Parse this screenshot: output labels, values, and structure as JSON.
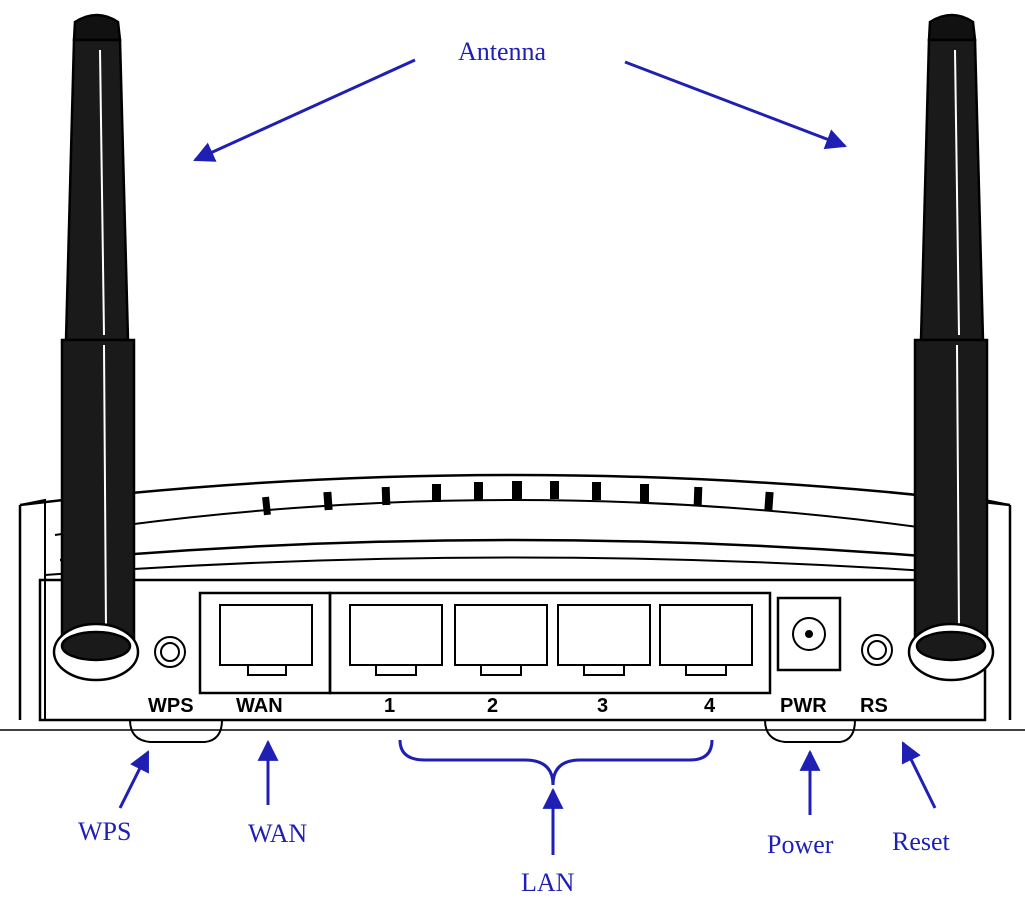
{
  "diagram": {
    "callouts": {
      "antenna": "Antenna",
      "wps": "WPS",
      "wan": "WAN",
      "lan": "LAN",
      "power": "Power",
      "reset": "Reset"
    },
    "panel_labels": {
      "wps": "WPS",
      "wan": "WAN",
      "lan_1": "1",
      "lan_2": "2",
      "lan_3": "3",
      "lan_4": "4",
      "pwr": "PWR",
      "rs": "RS"
    },
    "colors": {
      "callout": "#1f1fb4",
      "line": "#000000",
      "background": "#ffffff"
    }
  }
}
